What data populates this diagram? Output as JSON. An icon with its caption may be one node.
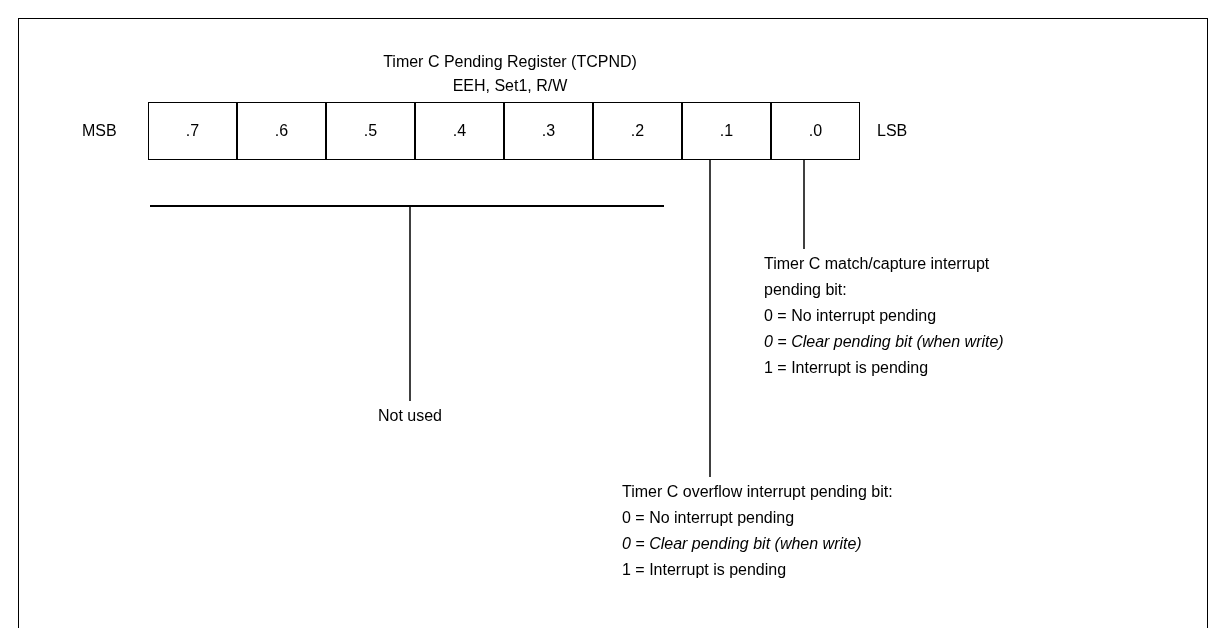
{
  "diagram": {
    "title": "Timer C Pending Register (TCPND)",
    "nodes": [
      {
        "text": [
          ".7"
        ]
      },
      {
        "text": [
          ".6"
        ]
      },
      {
        "text": [
          ".5"
        ]
      },
      {
        "text": [
          ".4"
        ]
      },
      {
        "text": [
          ".3"
        ]
      },
      {
        "text": [
          ".2"
        ]
      },
      {
        "text": [
          ".1"
        ]
      },
      {
        "text": [
          ".0"
        ]
      },
      {
        "text": [],
        "shape": "bar"
      },
      {
        "text": [
          "Timer C match/capture interrupt pending bit:",
          "0 = No interrupt pending",
          "0 = Clear pending bit (when write)",
          "1 = Interrupt is pending"
        ]
      },
      {
        "text": [
          "Not used"
        ]
      },
      {
        "text": [
          "Timer C overflow interrupt pending bit:",
          "0 = No interrupt pending",
          "0 = Clear pending bit (when write)",
          "1 = Interrupt is pending"
        ]
      }
    ],
    "edges": [
      {
        "from": 10,
        "to": 8,
        "arrow": "none"
      },
      {
        "from": 11,
        "to": 6,
        "arrow": "none"
      },
      {
        "from": 9,
        "to": 7,
        "arrow": "none"
      }
    ],
    "labels": [
      "EEH, Set1, R/W",
      "MSB",
      "LSB"
    ]
  }
}
